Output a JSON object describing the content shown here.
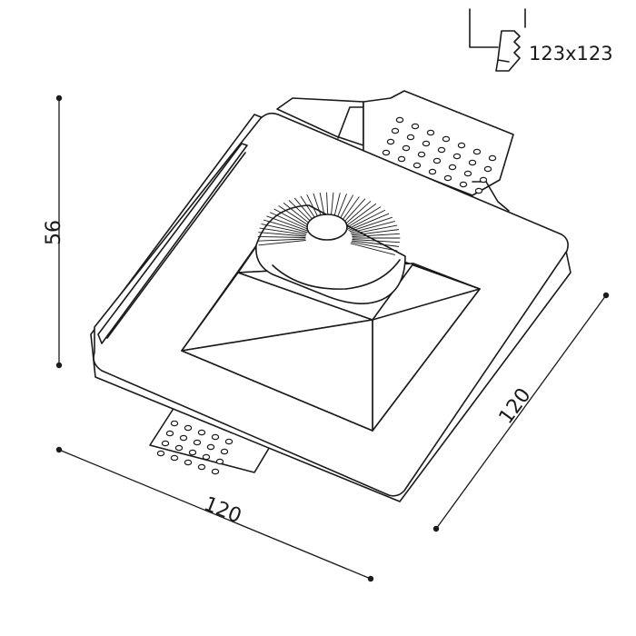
{
  "cutout": {
    "label": "123x123",
    "icon": "cutout-saw-icon"
  },
  "dimensions": {
    "height": "56",
    "width": "120",
    "depth": "120"
  },
  "colors": {
    "stroke": "#1a1a1a",
    "fill": "#ffffff"
  }
}
